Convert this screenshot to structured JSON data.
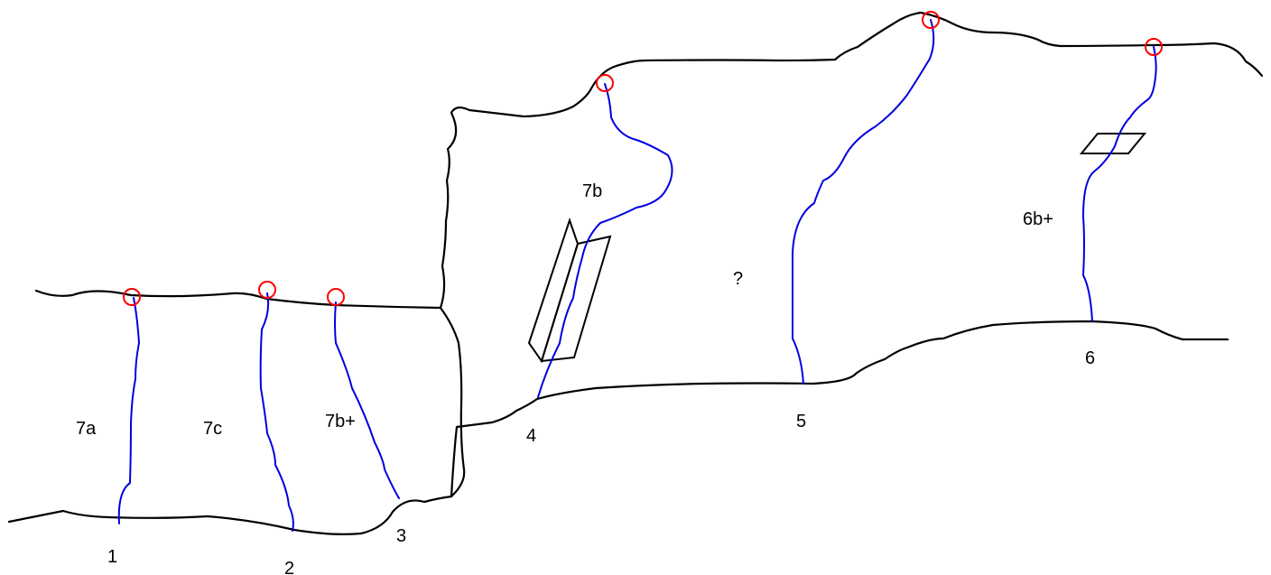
{
  "colors": {
    "outline": "#000000",
    "route": "#0000e0",
    "anchor": "#ff0000",
    "background": "#ffffff"
  },
  "routes": [
    {
      "grade": "7a"
    },
    {
      "grade": "7c"
    },
    {
      "grade": "7b+"
    },
    {
      "grade": "7b"
    },
    {
      "grade": "?"
    },
    {
      "grade": "6b+"
    }
  ],
  "start_numbers": [
    "1",
    "2",
    "3",
    "4",
    "5",
    "6"
  ]
}
